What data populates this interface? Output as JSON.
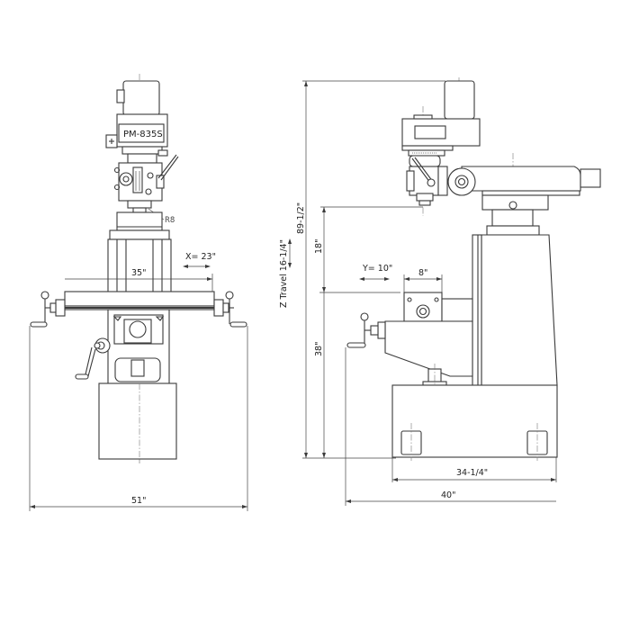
{
  "drawing": {
    "model_plate": "PM-835S",
    "spindle_taper": "R8",
    "front_view": {
      "table_travel_x": "X= 23\"",
      "table_length": "35\"",
      "overall_width": "51\""
    },
    "side_view": {
      "overall_height": "89-1/2\"",
      "z_travel": "Z Travel 16-1/4\"",
      "spindle_to_table": "18\"",
      "table_height": "38\"",
      "table_travel_y": "Y= 10\"",
      "table_width": "8\"",
      "base_depth": "34-1/4\"",
      "overall_depth": "40\""
    }
  },
  "colors": {
    "background": "#ffffff",
    "line": "#3a3a3a",
    "centerline": "#777777"
  }
}
